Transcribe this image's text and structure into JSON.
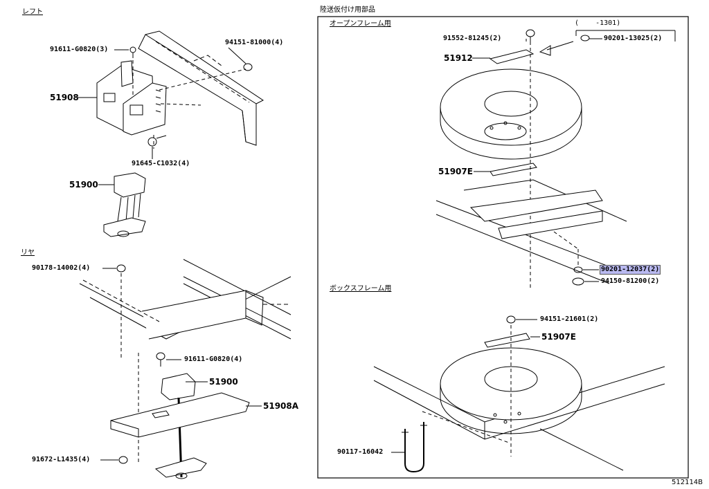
{
  "sections": {
    "left": "レフト",
    "rear": "リヤ",
    "transport": "陸送仮付け用部品",
    "open_frame": "オープンフレーム用",
    "box_frame": "ボックスフレーム用"
  },
  "parts": {
    "p91611_a": "91611-G0820(3)",
    "p94151_81000": "94151-81000(4)",
    "p51908": "51908",
    "p91645": "91645-C1032(4)",
    "p51900_a": "51900",
    "p90178": "90178-14002(4)",
    "p91611_b": "91611-G0820(4)",
    "p51900_b": "51900",
    "p51908A": "51908A",
    "p91672": "91672-L1435(4)",
    "p91552": "91552-81245(2)",
    "p51912": "51912",
    "p1301": "(    -1301)",
    "p90201_13025": "90201-13025(2)",
    "p51907E_a": "51907E",
    "p90201_12037": "90201-12037(2)",
    "p94150": "94150-81200(2)",
    "p94151_21601": "94151-21601(2)",
    "p51907E_b": "51907E",
    "p90117": "90117-16042"
  },
  "diagram_id": "512114B",
  "highlight_color": "#b9b9f0"
}
